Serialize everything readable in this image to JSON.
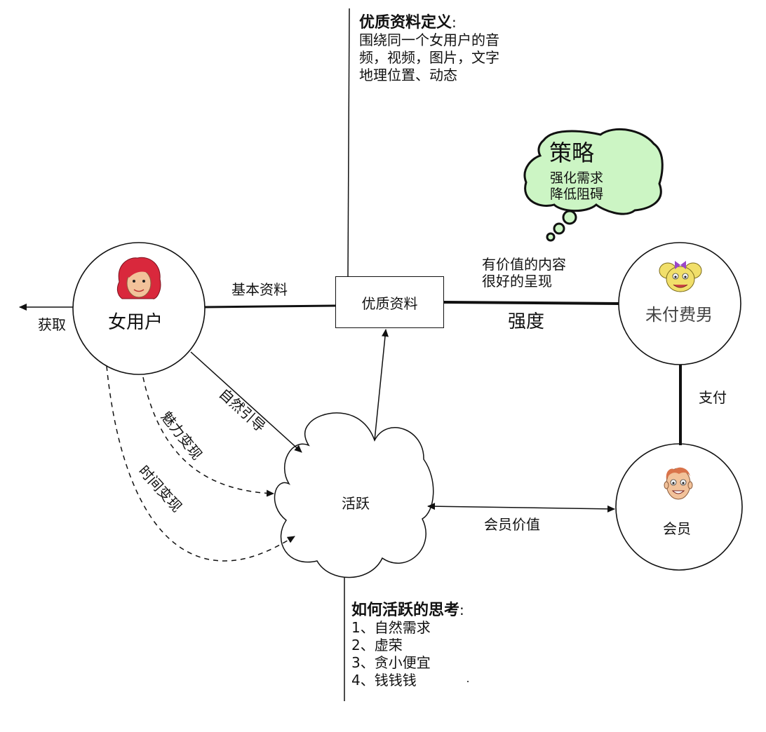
{
  "nodes": {
    "female_user": "女用户",
    "quality_profile": "优质资料",
    "unpaid_male": "未付费男",
    "member": "会员",
    "active": "活跃"
  },
  "edges": {
    "basic_profile": "基本资料",
    "acquire": "获取",
    "natural_guide": "自然引导",
    "charm_monetize": "魅力变现",
    "time_monetize": "时间变现",
    "valuable_content": [
      "有价值的内容",
      "很好的呈现"
    ],
    "intensity": "强度",
    "pay": "支付",
    "member_value": "会员价值"
  },
  "definition": {
    "title": "优质资料定义",
    "colon": ":",
    "lines": [
      "围绕同一个女用户的音",
      "频，视频，图片，文字",
      "地理位置、动态"
    ]
  },
  "strategy": {
    "title": "策略",
    "lines": [
      "强化需求",
      "降低阻碍"
    ]
  },
  "thinking": {
    "title": "如何活跃的思考",
    "colon": ":",
    "items": [
      "1、自然需求",
      "2、虚荣",
      "3、贪小便宜",
      "4、钱钱钱"
    ]
  },
  "colors": {
    "line": "#111111",
    "bubble_fill": "#ccf5c4",
    "hair_red": "#d9283c",
    "skin": "#f2c29a",
    "mouse_yellow": "#f1df6a",
    "bow_purple": "#9b45c9"
  },
  "icons": [
    "female-avatar-icon",
    "mouse-girl-avatar-icon",
    "male-avatar-icon"
  ]
}
